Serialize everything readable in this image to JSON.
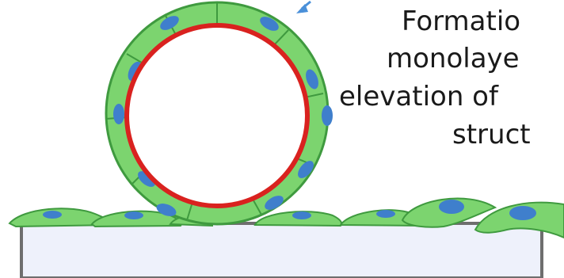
{
  "caption": {
    "line1": "Formatio",
    "line2": "monolaye",
    "line3": "elevation of",
    "line4": "struct"
  },
  "colors": {
    "cell_fill": "#7cd46f",
    "cell_outline": "#3f9a3f",
    "nucleus": "#3f7fcc",
    "lumen_ring": "#d9221f",
    "substrate_fill": "#eef1fb",
    "substrate_border": "#6e6e6e",
    "arrow": "#4a90d9"
  }
}
